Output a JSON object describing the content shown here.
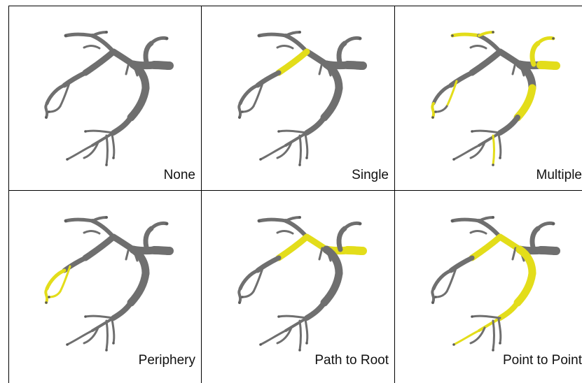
{
  "colors": {
    "vessel": "#6f6f6f",
    "vessel_outline": "#5a5a5a",
    "highlight": "#e3dd1a",
    "border": "#000000"
  },
  "panels": [
    {
      "label": "None",
      "highlight": []
    },
    {
      "label": "Single",
      "highlight": [
        "s1"
      ]
    },
    {
      "label": "Multiple",
      "highlight": [
        "t1",
        "l2",
        "l3",
        "t3",
        "r1",
        "r2",
        "r3",
        "r5",
        "b3"
      ]
    },
    {
      "label": "Periphery",
      "highlight": [
        "l1",
        "l2",
        "l3",
        "l4"
      ]
    },
    {
      "label": "Path to Root",
      "highlight": [
        "s1",
        "j1",
        "j2",
        "r1"
      ]
    },
    {
      "label": "Point to Point",
      "highlight": [
        "s1",
        "j1",
        "r4",
        "r5",
        "r6",
        "b1",
        "b2"
      ]
    }
  ]
}
